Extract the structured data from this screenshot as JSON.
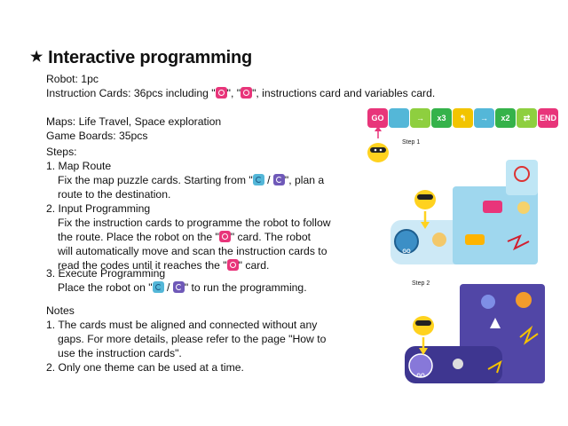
{
  "title": "Interactive programming",
  "robot": "Robot: 1pc",
  "cards_line": {
    "prefix": "Instruction Cards: 36pcs including \"",
    "mid": "\", \"",
    "suffix": "\", instructions card and variables card."
  },
  "maps": "Maps: Life Travel, Space exploration",
  "boards": "Game Boards: 35pcs",
  "steps_heading": "Steps:",
  "steps": {
    "s1_title": "1. Map Route",
    "s1_l1_pre": "Fix the map puzzle cards. Starting from \"",
    "s1_l1_sep": "/",
    "s1_l1_post": "\", plan a",
    "s1_l2": "route to the destination.",
    "s2_title": "2. Input Programming",
    "s2_l1": "Fix the instruction cards to programme the robot to follow",
    "s2_l2_pre": "the route. Place the robot on the \"",
    "s2_l2_post": "\" card. The robot",
    "s2_l3": "will automatically move and scan the instruction cards to",
    "s2_l4_pre": "read the codes until it reaches the \"",
    "s2_l4_post": "\" card.",
    "s3_title": "3. Execute Programming",
    "s3_l1_pre": "Place the robot on \"",
    "s3_l1_sep": "/",
    "s3_l1_post": "\" to run the programming."
  },
  "notes_heading": "Notes",
  "notes": {
    "n1_l1": "1. The cards must be aligned and connected without any",
    "n1_l2": "gaps. For more details, please refer to the page \"How to",
    "n1_l3": "use the instruction cards\".",
    "n2": "2. Only one theme can be used at a time."
  },
  "illustration": {
    "step1_label": "Step 1",
    "step2_label": "Step 2",
    "go_label": "GO",
    "strip_cards": [
      {
        "color": "#e8357a",
        "text": "GO"
      },
      {
        "color": "#54b7d8",
        "text": ""
      },
      {
        "color": "#8ecf3f",
        "text": "→"
      },
      {
        "color": "#35b24a",
        "text": "x3"
      },
      {
        "color": "#f2c400",
        "text": "↰"
      },
      {
        "color": "#54b7d8",
        "text": "→"
      },
      {
        "color": "#35b24a",
        "text": "x2"
      },
      {
        "color": "#8ecf3f",
        "text": "⇄"
      },
      {
        "color": "#e8357a",
        "text": "END"
      }
    ],
    "colors": {
      "pink": "#e8357a",
      "teal": "#54b7d8",
      "purple": "#5146a6",
      "yellow": "#ffd21f",
      "light_blue": "#cde9f6"
    }
  }
}
